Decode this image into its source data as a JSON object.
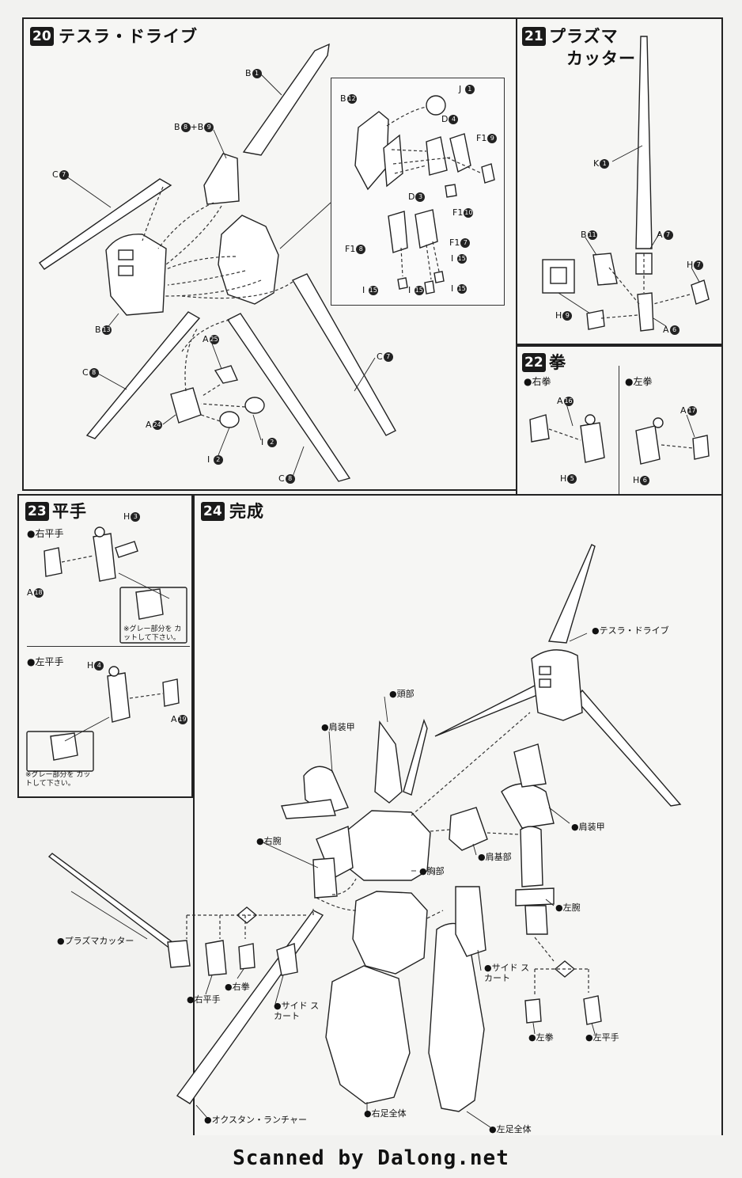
{
  "steps": {
    "s20": {
      "no": "20",
      "title": "テスラ・ドライブ"
    },
    "s21": {
      "no": "21",
      "title_1": "プラズマ",
      "title_2": "カッター"
    },
    "s22": {
      "no": "22",
      "title": "拳",
      "right": "右拳",
      "left": "左拳"
    },
    "s23": {
      "no": "23",
      "title": "平手",
      "right": "右平手",
      "left": "左平手",
      "note_r": "※グレー部分を カットして下さい。",
      "note_l": "※グレー部分を カットして下さい。"
    },
    "s24": {
      "no": "24",
      "title": "完成"
    }
  },
  "parts20": {
    "b1": {
      "l": "B",
      "n": "1"
    },
    "b8b9": {
      "l": "B",
      "n": "8",
      "plus": "+B",
      "n2": "9"
    },
    "c7a": {
      "l": "C",
      "n": "7"
    },
    "c7b": {
      "l": "C",
      "n": "7"
    },
    "c8a": {
      "l": "C",
      "n": "8"
    },
    "c8b": {
      "l": "C",
      "n": "8"
    },
    "b13": {
      "l": "B",
      "n": "13"
    },
    "a25": {
      "l": "A",
      "n": "25"
    },
    "a24": {
      "l": "A",
      "n": "24"
    },
    "i2a": {
      "l": "I",
      "n": "2"
    },
    "i2b": {
      "l": "I",
      "n": "2"
    },
    "b12": {
      "l": "B",
      "n": "12"
    },
    "j1": {
      "l": "J",
      "n": "1"
    },
    "d4": {
      "l": "D",
      "n": "4"
    },
    "f19": {
      "l": "F1",
      "n": "9"
    },
    "d3": {
      "l": "D",
      "n": "3"
    },
    "f110": {
      "l": "F1",
      "n": "10"
    },
    "f18": {
      "l": "F1",
      "n": "8"
    },
    "f17": {
      "l": "F1",
      "n": "7"
    },
    "i15a": {
      "l": "I",
      "n": "15"
    },
    "i15b": {
      "l": "I",
      "n": "15"
    },
    "i15c": {
      "l": "I",
      "n": "15"
    },
    "i15d": {
      "l": "I",
      "n": "15"
    }
  },
  "parts21": {
    "k1": {
      "l": "K",
      "n": "1"
    },
    "b11": {
      "l": "B",
      "n": "11"
    },
    "a7": {
      "l": "A",
      "n": "7"
    },
    "h7": {
      "l": "H",
      "n": "7"
    },
    "h9": {
      "l": "H",
      "n": "9"
    },
    "a6": {
      "l": "A",
      "n": "6"
    }
  },
  "parts22": {
    "a16": {
      "l": "A",
      "n": "16"
    },
    "h5": {
      "l": "H",
      "n": "5"
    },
    "a17": {
      "l": "A",
      "n": "17"
    },
    "h6": {
      "l": "H",
      "n": "6"
    }
  },
  "parts23": {
    "h3": {
      "l": "H",
      "n": "3"
    },
    "a18": {
      "l": "A",
      "n": "18"
    },
    "h4": {
      "l": "H",
      "n": "4"
    },
    "a19": {
      "l": "A",
      "n": "19"
    }
  },
  "labels24": {
    "tesla": "テスラ・ドライブ",
    "head": "頭部",
    "shoulder_armor_l": "肩装甲",
    "shoulder_armor_r": "肩装甲",
    "shoulder_base": "肩基部",
    "right_arm": "右腕",
    "chest": "胸部",
    "left_arm": "左腕",
    "plasma": "プラズマカッター",
    "right_flat": "右平手",
    "right_fist": "右拳",
    "side_skirt_1": "サイド スカート",
    "side_skirt_2": "サイド スカート",
    "left_fist": "左拳",
    "left_flat": "左平手",
    "octan": "オクスタン・ランチャー",
    "right_leg": "右足全体",
    "left_leg": "左足全体"
  },
  "credit": "Scanned by Dalong.net"
}
